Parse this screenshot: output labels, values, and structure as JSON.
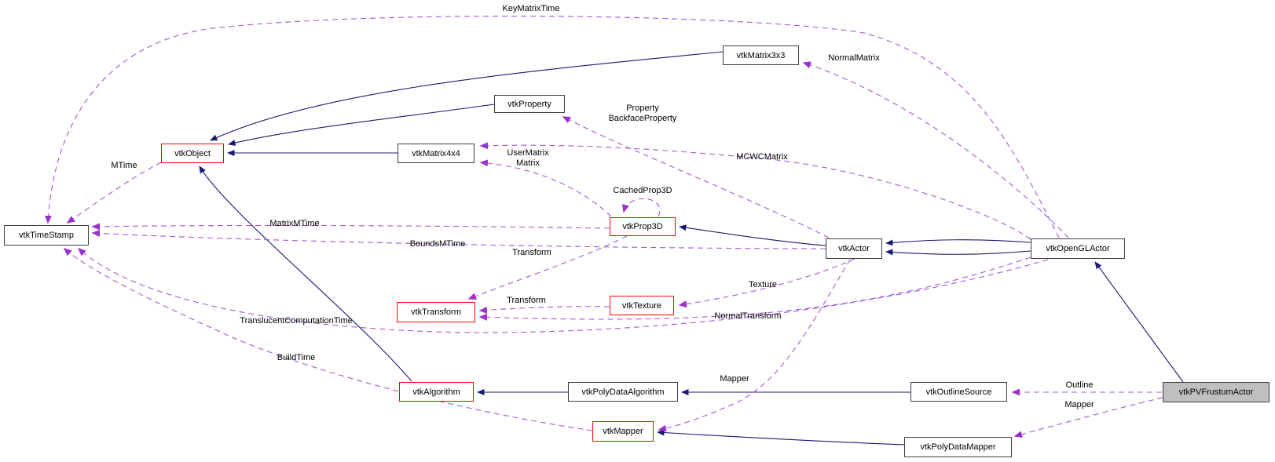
{
  "diagram": {
    "type": "collaboration-graph",
    "current_class": "vtkPVFrustumActor",
    "background": "#ffffff"
  },
  "colors": {
    "inheritance_edge": "#191970",
    "usage_edge": "#a259d2",
    "usage_arrow": "#9a32cd",
    "class_box_border": "#3d3d3d",
    "highlight_border": "#ff0000",
    "current_node_fill": "#bfbfbf",
    "node_fill": "#ffffff",
    "label_text": "#000000"
  },
  "nodes": {
    "vtkTimeStamp": {
      "label": "vtkTimeStamp"
    },
    "vtkObject": {
      "label": "vtkObject"
    },
    "vtkMatrix4x4": {
      "label": "vtkMatrix4x4"
    },
    "vtkProperty": {
      "label": "vtkProperty"
    },
    "vtkMatrix3x3": {
      "label": "vtkMatrix3x3"
    },
    "vtkProp3D": {
      "label": "vtkProp3D"
    },
    "vtkActor": {
      "label": "vtkActor"
    },
    "vtkOpenGLActor": {
      "label": "vtkOpenGLActor"
    },
    "vtkTransform": {
      "label": "vtkTransform"
    },
    "vtkTexture": {
      "label": "vtkTexture"
    },
    "vtkAlgorithm": {
      "label": "vtkAlgorithm"
    },
    "vtkPolyDataAlgorithm": {
      "label": "vtkPolyDataAlgorithm"
    },
    "vtkOutlineSource": {
      "label": "vtkOutlineSource"
    },
    "vtkMapper": {
      "label": "vtkMapper"
    },
    "vtkPolyDataMapper": {
      "label": "vtkPolyDataMapper"
    },
    "vtkPVFrustumActor": {
      "label": "vtkPVFrustumActor"
    }
  },
  "edge_labels": {
    "key_matrix_time": "KeyMatrixTime",
    "m_time": "MTime",
    "normal_matrix": "NormalMatrix",
    "property": "Property",
    "backface_property": "BackfaceProperty",
    "user_matrix": "UserMatrix",
    "matrix": "Matrix",
    "mcwc_matrix": "MCWCMatrix",
    "cached_prop3d": "CachedProp3D",
    "matrix_m_time": "MatrixMTime",
    "bounds_m_time": "BoundsMTime",
    "transform_prop3d": "Transform",
    "transform_texture": "Transform",
    "texture": "Texture",
    "normal_transform": "NormalTransform",
    "translucent_computation_time": "TranslucentComputationTime",
    "build_time": "BuildTime",
    "mapper_actor": "Mapper",
    "outline": "Outline",
    "mapper_frustum": "Mapper"
  }
}
